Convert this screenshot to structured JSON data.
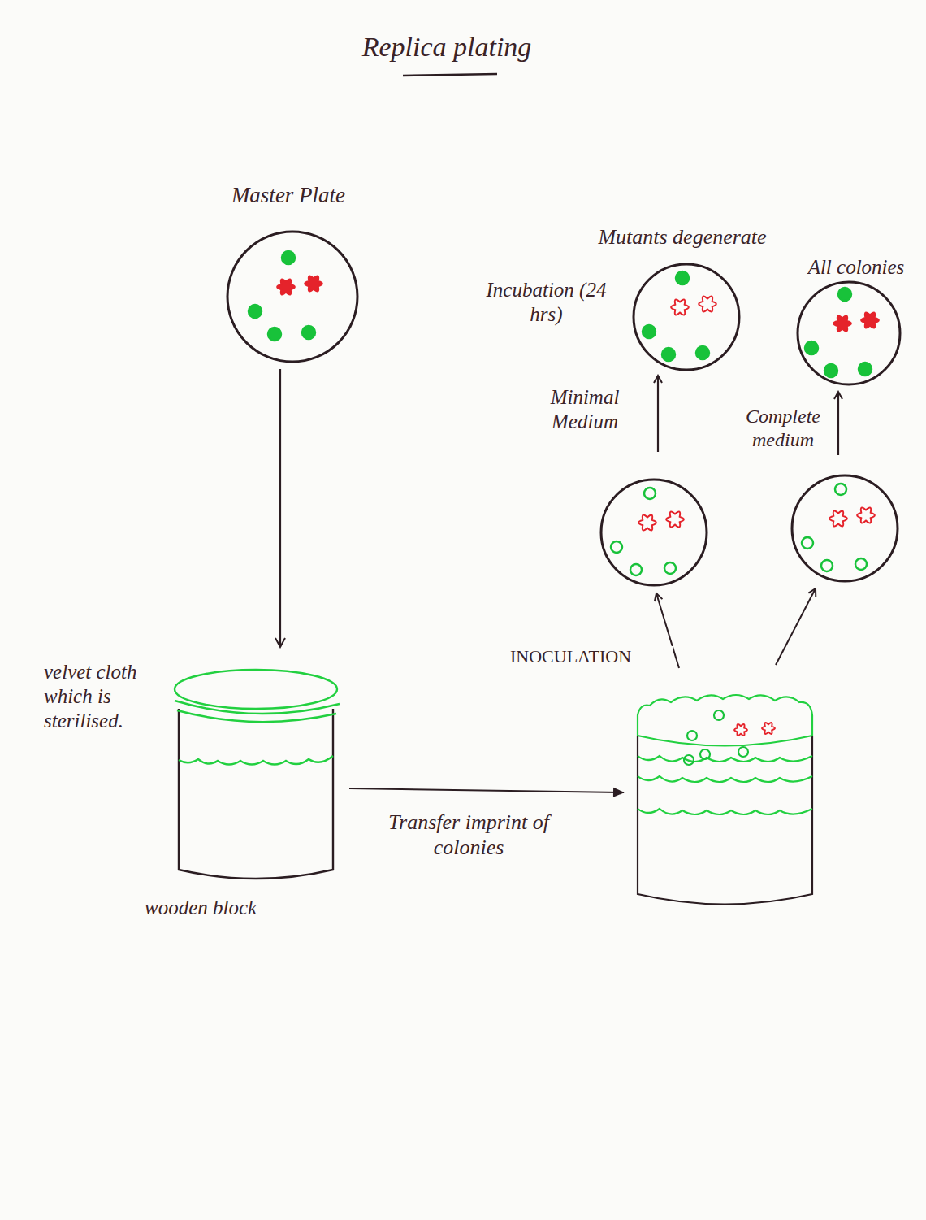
{
  "diagram": {
    "title": "Replica plating",
    "nodes": [
      {
        "text": [
          "Master Plate"
        ]
      },
      {
        "text": [
          "velvet cloth which is sterilised.",
          "wooden block"
        ]
      },
      {
        "text": [
          "Mutants degenerate"
        ]
      },
      {
        "text": [
          "All colonies"
        ]
      }
    ],
    "edges": [
      {
        "from": 0,
        "to": 1,
        "arrow": "to"
      }
    ],
    "labels": [
      "Incubation (24 hrs)",
      "Minimal Medium",
      "Complete medium",
      "INOCULATION",
      "Transfer imprint of colonies"
    ]
  }
}
